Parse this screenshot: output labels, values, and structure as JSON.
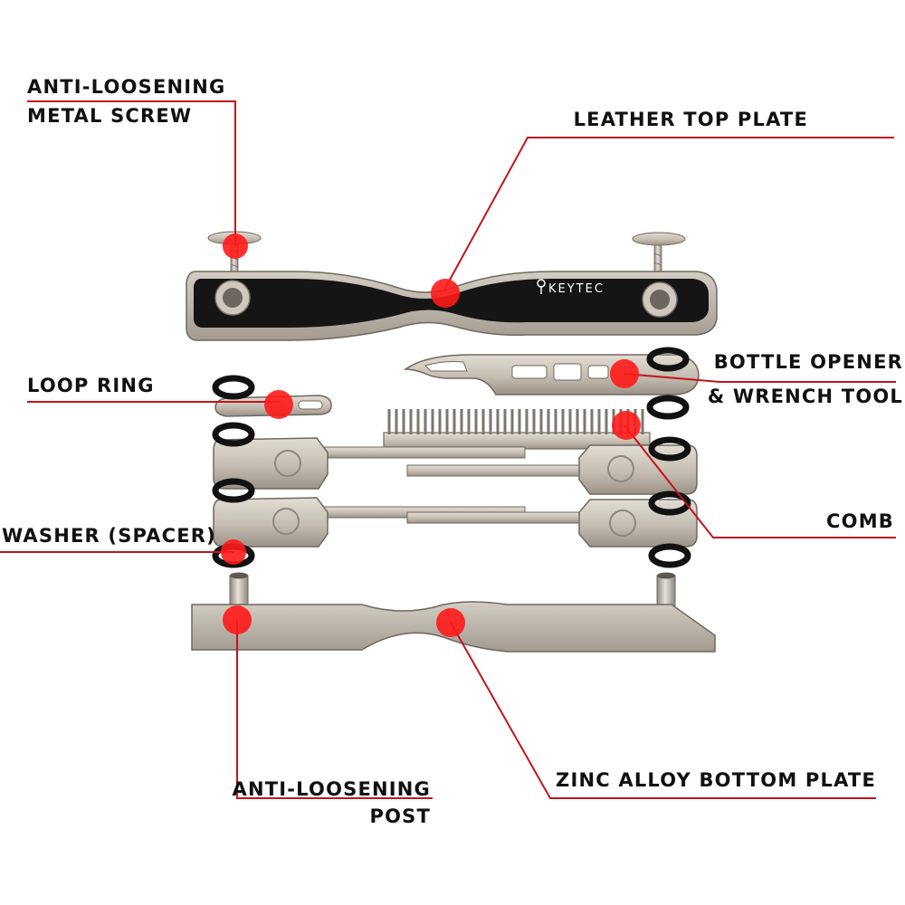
{
  "brand": "KEYTEC",
  "colors": {
    "leader_line": "#c0151c",
    "marker": "#ff1a1a",
    "leather": "#151515",
    "metal": "#c9c1b6",
    "metal_dark": "#8f877d",
    "washer": "#111111",
    "text": "#111111"
  },
  "labels": {
    "anti_loosening_screw_1": "ANTI-LOOSENING",
    "anti_loosening_screw_2": "METAL SCREW",
    "leather_top_plate": "LEATHER TOP PLATE",
    "bottle_opener_1": "BOTTLE OPENER",
    "bottle_opener_2": "& WRENCH TOOL",
    "loop_ring": "LOOP RING",
    "comb": "COMB",
    "washer_spacer": "WASHER (SPACER)",
    "anti_loosening_post_1": "ANTI-LOOSENING",
    "anti_loosening_post_2": "POST",
    "zinc_bottom_plate": "ZINC ALLOY BOTTOM PLATE"
  }
}
